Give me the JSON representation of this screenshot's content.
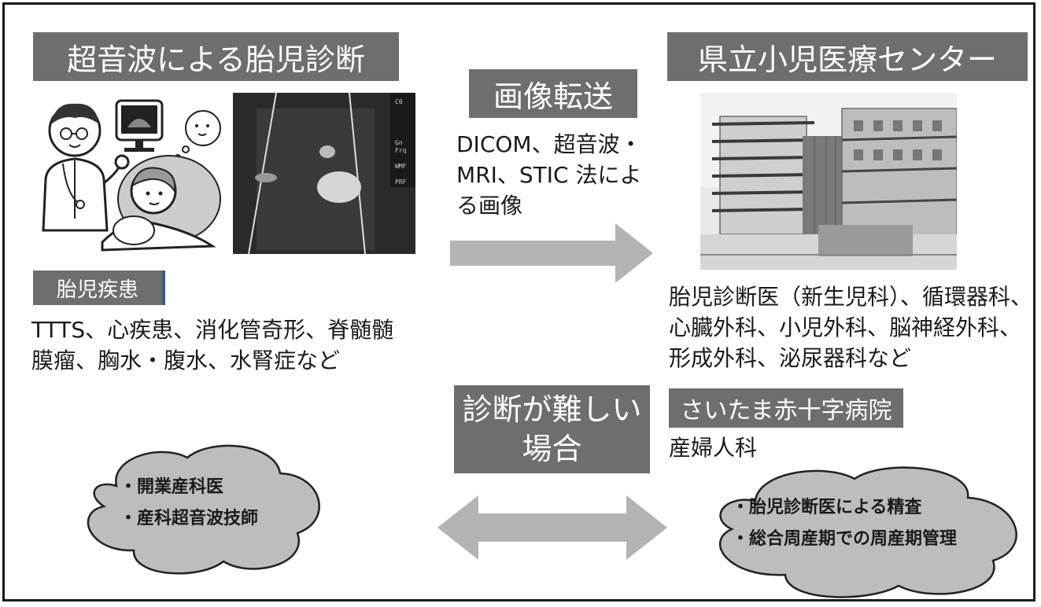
{
  "left": {
    "title": "超音波による胎児診断",
    "disease_label": "胎児疾患",
    "disease_lines": [
      "TTTS、心疾患、消化管奇形、脊髄髄",
      "膜瘤、胸水・腹水、水腎症など"
    ]
  },
  "center": {
    "transfer_label": "画像転送",
    "transfer_desc": [
      "DICOM、超音波・",
      "MRI、STIC 法によ",
      "る画像"
    ],
    "difficult_label": [
      "診断が難しい",
      "場合"
    ]
  },
  "right": {
    "title": "県立小児医療センター",
    "dept_lines": [
      "胎児診断医（新生児科）、循環器科、",
      "心臓外科、小児外科、脳神経外科、",
      "形成外科、泌尿器科など"
    ],
    "hospital2_label": "さいたま赤十字病院",
    "hospital2_dept": "産婦人科"
  },
  "cloud_left": [
    "・開業産科医",
    "・産科超音波技師"
  ],
  "cloud_right": [
    "・胎児診断医による精査",
    "・総合周産期での周産期管理"
  ],
  "colors": {
    "label_bg": "#6e6e6e",
    "arrow": "#b3b3b3",
    "cloud": "#bdbdbd"
  }
}
